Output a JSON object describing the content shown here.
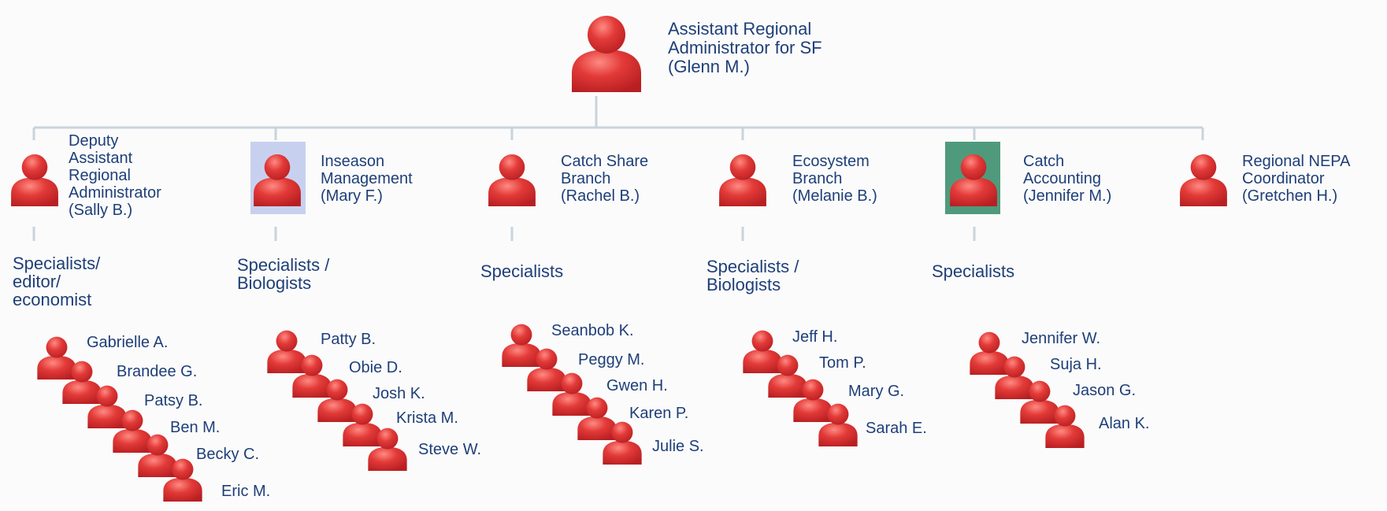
{
  "org_chart": {
    "head": {
      "label": "Assistant Regional\nAdministrator for SF\n(Glenn M.)",
      "icon": "person-icon"
    },
    "branches": [
      {
        "id": "deputy",
        "label": "Deputy\nAssistant\nRegional\nAdministrator\n(Sally B.)",
        "group_label": "Specialists/\neditor/\neconomist",
        "staff": [
          "Gabrielle A.",
          "Brandee G.",
          "Patsy B.",
          "Ben M.",
          "Becky C.",
          "Eric M."
        ]
      },
      {
        "id": "inseason",
        "label": "Inseason\nManagement\n(Mary F.)",
        "highlight": "#c7d1ef",
        "group_label": "Specialists /\nBiologists",
        "staff": [
          "Patty B.",
          "Obie D.",
          "Josh K.",
          "Krista M.",
          "Steve W."
        ]
      },
      {
        "id": "catch-share",
        "label": "Catch Share\nBranch\n(Rachel B.)",
        "group_label": "Specialists",
        "staff": [
          "Seanbob K.",
          "Peggy M.",
          "Gwen H.",
          "Karen P.",
          "Julie S."
        ]
      },
      {
        "id": "ecosystem",
        "label": "Ecosystem\nBranch\n(Melanie B.)",
        "group_label": "Specialists /\nBiologists",
        "staff": [
          "Jeff H.",
          "Tom P.",
          "Mary G.",
          "Sarah E."
        ]
      },
      {
        "id": "catch-accounting",
        "label": "Catch\nAccounting\n(Jennifer M.)",
        "highlight": "#4f9a7c",
        "group_label": "Specialists",
        "staff": [
          "Jennifer W.",
          "Suja H.",
          "Jason G.",
          "Alan K."
        ]
      },
      {
        "id": "nepa",
        "label": "Regional NEPA\nCoordinator\n(Gretchen H.)",
        "group_label": "",
        "staff": []
      }
    ]
  },
  "colors": {
    "person": "#e23a38",
    "text": "#1e3f78",
    "connector": "#c9d3dd"
  }
}
